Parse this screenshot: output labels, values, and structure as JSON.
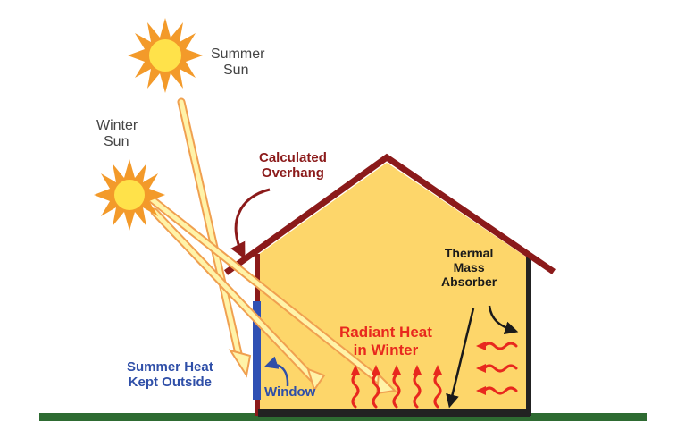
{
  "labels": {
    "summer_sun": [
      "Summer",
      "Sun"
    ],
    "winter_sun": [
      "Winter",
      "Sun"
    ],
    "overhang": [
      "Calculated",
      "Overhang"
    ],
    "thermal_mass": [
      "Thermal",
      "Mass",
      "Absorber"
    ],
    "radiant_heat": [
      "Radiant Heat",
      "in Winter"
    ],
    "summer_heat": [
      "Summer Heat",
      "Kept Outside"
    ],
    "window": "Window"
  },
  "colors": {
    "house_fill": "#fdd66a",
    "roof": "#8b1a1a",
    "wall_right": "#222222",
    "ground": "#2e6b32",
    "window": "#2f50b4",
    "sun": "#ffe24a",
    "sun_rays": "#f39a2a",
    "beam": "#fff3a8",
    "beam_outline": "#f0a050",
    "heat_waves": "#e8281e"
  }
}
